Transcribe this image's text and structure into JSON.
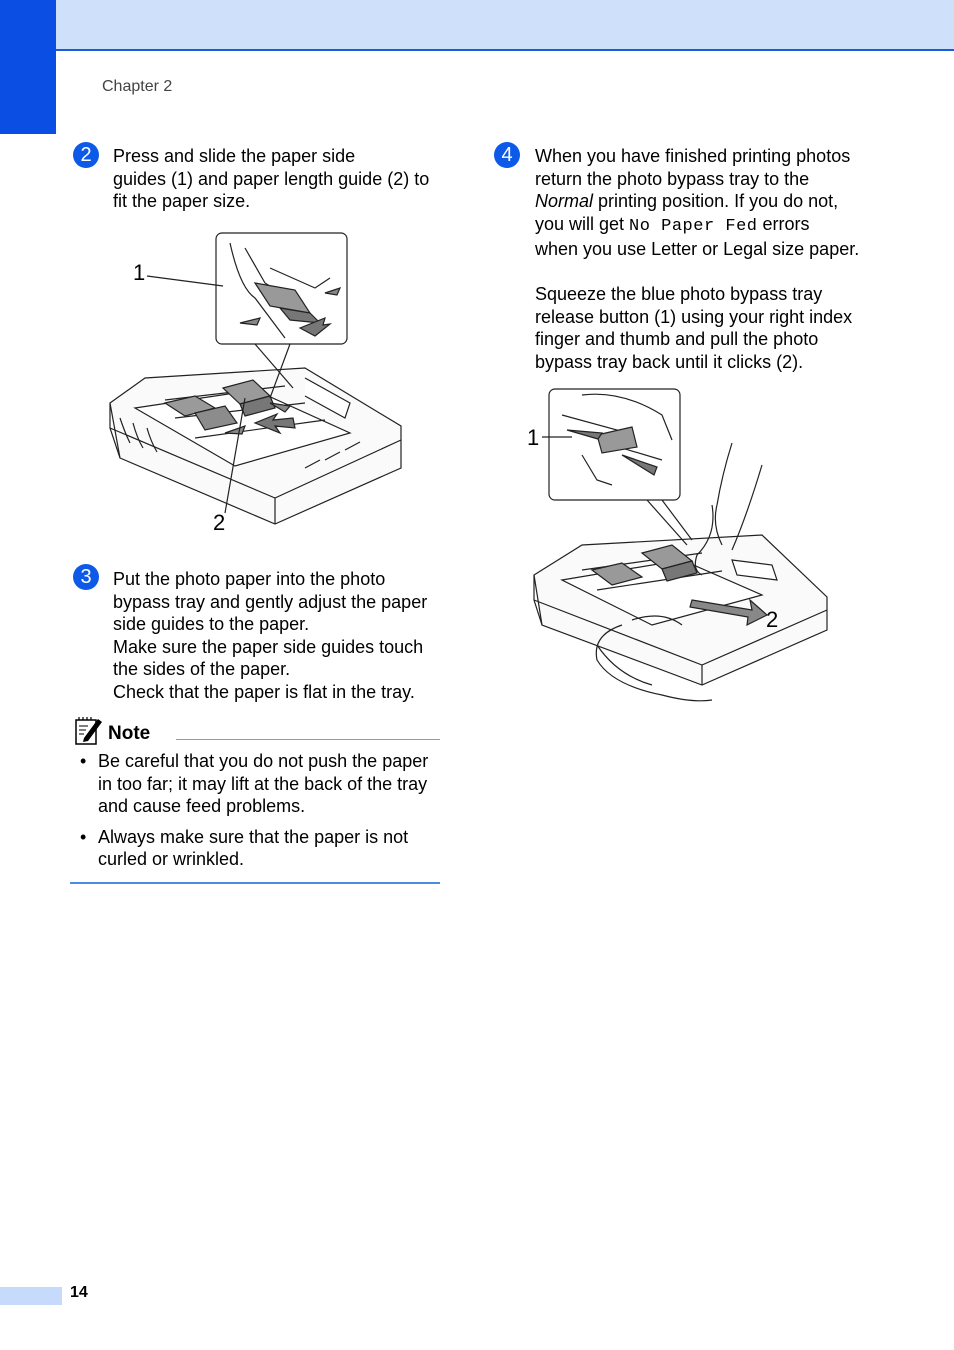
{
  "header": {
    "chapter": "Chapter 2"
  },
  "steps": [
    {
      "number": "2",
      "lines": [
        "Press and slide the paper side",
        "guides (1) and paper length guide (2) to",
        "fit the paper size."
      ],
      "figure_labels": [
        "1",
        "2"
      ]
    },
    {
      "number": "3",
      "lines": [
        "Put the photo paper into the photo",
        "bypass tray and gently adjust the paper",
        "side guides to the paper.",
        "Make sure the paper side guides touch",
        "the sides of the paper.",
        "Check that the paper is flat in the tray."
      ]
    },
    {
      "number": "4",
      "line1": "When you have finished printing photos",
      "line2": "return the photo bypass tray to the",
      "line3_italic": "Normal",
      "line3_rest": " printing position. If you do not,",
      "line4_pre": "you will get ",
      "line4_code": "No Paper Fed",
      "line4_post": " errors",
      "line5": "when you use Letter or Legal size paper.",
      "para2": [
        "Squeeze the blue photo bypass tray",
        "release button (1) using your right index",
        "finger and thumb and pull the photo",
        "bypass tray back until it clicks (2)."
      ],
      "figure_labels": [
        "1",
        "2"
      ]
    }
  ],
  "note": {
    "title": "Note",
    "items": [
      "Be careful that you do not push the paper in too far; it may lift at the back of the tray and cause feed problems.",
      "Always make sure that the paper is not curled or wrinkled."
    ]
  },
  "footer": {
    "page_number": "14"
  },
  "colors": {
    "accent": "#0a4ee3",
    "band": "#cfe0fb",
    "rule": "#4f8be0"
  }
}
